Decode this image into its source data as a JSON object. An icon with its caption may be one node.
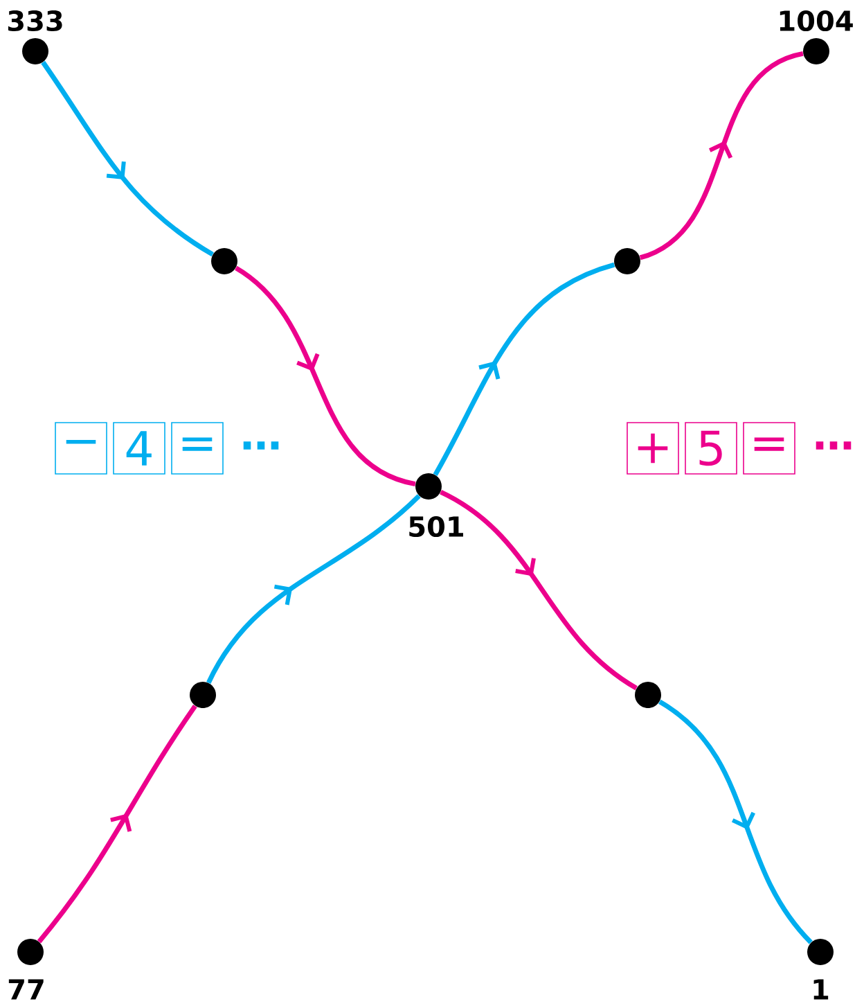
{
  "diagram": {
    "nodes": [
      {
        "text": [],
        "shape": "circle",
        "beside": [
          "333"
        ]
      },
      {
        "text": [],
        "shape": "circle",
        "beside": [
          "1004"
        ]
      },
      {
        "text": [],
        "shape": "circle"
      },
      {
        "text": [],
        "shape": "circle"
      },
      {
        "text": [
          "−"
        ]
      },
      {
        "text": [
          "4"
        ]
      },
      {
        "text": [
          "="
        ]
      },
      {
        "text": [
          "+"
        ]
      },
      {
        "text": [
          "5"
        ]
      },
      {
        "text": [
          "="
        ]
      },
      {
        "text": [],
        "shape": "circle",
        "beside": [
          "501"
        ]
      },
      {
        "text": [],
        "shape": "circle"
      },
      {
        "text": [],
        "shape": "circle"
      },
      {
        "text": [],
        "shape": "circle",
        "beside": [
          "77"
        ]
      },
      {
        "text": [],
        "shape": "circle",
        "beside": [
          "1"
        ]
      }
    ],
    "edges": [
      {
        "from": 0,
        "to": 2,
        "arrow": "to",
        "color": "#00aeef"
      },
      {
        "from": 2,
        "to": 10,
        "arrow": "to",
        "color": "#ec008c"
      },
      {
        "from": 10,
        "to": 3,
        "arrow": "to",
        "color": "#00aeef"
      },
      {
        "from": 3,
        "to": 1,
        "arrow": "to",
        "color": "#ec008c"
      },
      {
        "from": 13,
        "to": 11,
        "arrow": "to",
        "color": "#ec008c"
      },
      {
        "from": 11,
        "to": 10,
        "arrow": "to",
        "color": "#00aeef"
      },
      {
        "from": 10,
        "to": 12,
        "arrow": "to",
        "color": "#ec008c"
      },
      {
        "from": 12,
        "to": 14,
        "arrow": "to",
        "color": "#00aeef"
      }
    ],
    "labels": [
      "…",
      "…"
    ]
  }
}
